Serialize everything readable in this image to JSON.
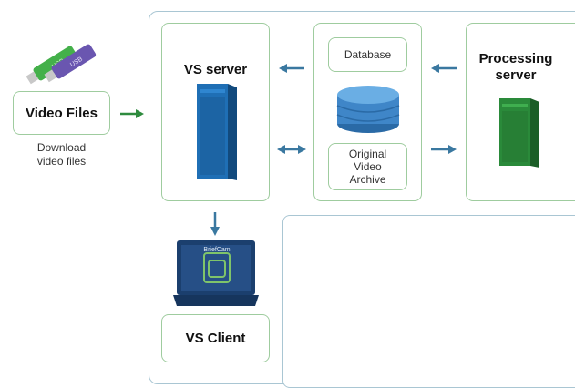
{
  "video_files": {
    "label": "Video Files",
    "caption_line1": "Download",
    "caption_line2": "video files",
    "usb_text_1": "USB",
    "usb_text_2": "USB"
  },
  "vs_server": {
    "label": "VS server"
  },
  "storage": {
    "database_label": "Database",
    "archive_line1": "Original",
    "archive_line2": "Video",
    "archive_line3": "Archive"
  },
  "processing_server": {
    "label_line1": "Processing",
    "label_line2": "server"
  },
  "vs_client": {
    "label": "VS Client",
    "screen_text": "BriefCam"
  },
  "colors": {
    "arrow_blue": "#3a78a0",
    "arrow_green": "#2e8b3e",
    "server_blue": "#1f6fb5",
    "server_green": "#2a8a3a",
    "db_blue": "#3f86c8",
    "monitor_blue": "#1b3f6e"
  }
}
